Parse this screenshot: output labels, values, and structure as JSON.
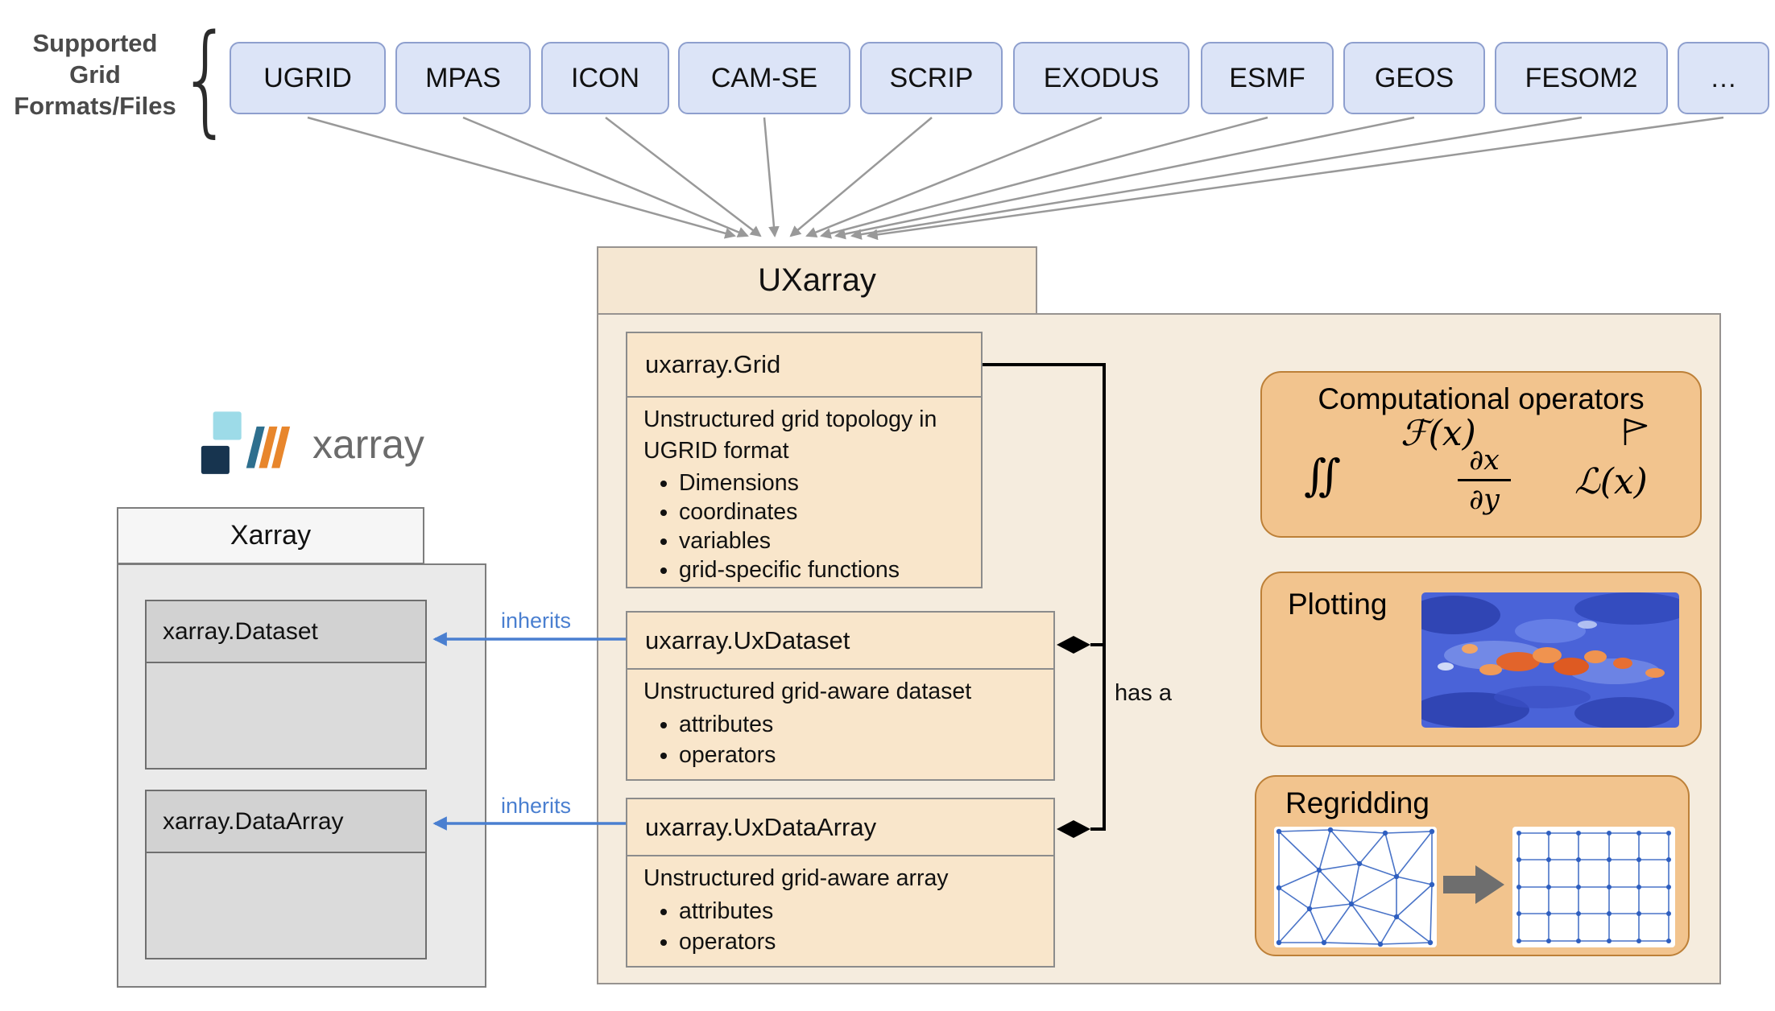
{
  "supported_formats": {
    "label_lines": [
      "Supported",
      "Grid",
      "Formats/Files"
    ],
    "items": [
      "UGRID",
      "MPAS",
      "ICON",
      "CAM-SE",
      "SCRIP",
      "EXODUS",
      "ESMF",
      "GEOS",
      "FESOM2",
      "…"
    ]
  },
  "uxarray": {
    "title": "UXarray",
    "grid": {
      "title": "uxarray.Grid",
      "description": "Unstructured grid topology in UGRID format",
      "bullets": [
        "Dimensions",
        "coordinates",
        "variables",
        "grid-specific functions"
      ]
    },
    "uxdataset": {
      "title": "uxarray.UxDataset",
      "description": "Unstructured grid-aware dataset",
      "bullets": [
        "attributes",
        "operators"
      ]
    },
    "uxdataarray": {
      "title": "uxarray.UxDataArray",
      "description": "Unstructured grid-aware array",
      "bullets": [
        "attributes",
        "operators"
      ]
    },
    "relation_label": "has a"
  },
  "features": {
    "computational": {
      "title": "Computational operators",
      "symbol_f": "ℱ(x)",
      "symbol_integral": "∬",
      "fraction_numerator": "∂x",
      "fraction_denominator": "∂y",
      "symbol_l": "ℒ(x)"
    },
    "plotting": {
      "title": "Plotting"
    },
    "regridding": {
      "title": "Regridding"
    }
  },
  "xarray": {
    "logo_text": "xarray",
    "title": "Xarray",
    "dataset_title": "xarray.Dataset",
    "dataarray_title": "xarray.DataArray",
    "inherits_label": "inherits"
  },
  "colors": {
    "format_box_fill": "#dce4f7",
    "format_box_border": "#8e9fce",
    "uxarray_container_fill": "#f5ecde",
    "class_box_fill": "#f9e6cb",
    "feature_panel_fill": "#f2c48e",
    "feature_panel_border": "#bd8038",
    "xarray_container_fill": "#eaeaea",
    "gray_header_fill": "#d2d2d2",
    "inherits_blue": "#4a7fd0",
    "arrow_gray": "#999999",
    "connector_black": "#000000"
  }
}
